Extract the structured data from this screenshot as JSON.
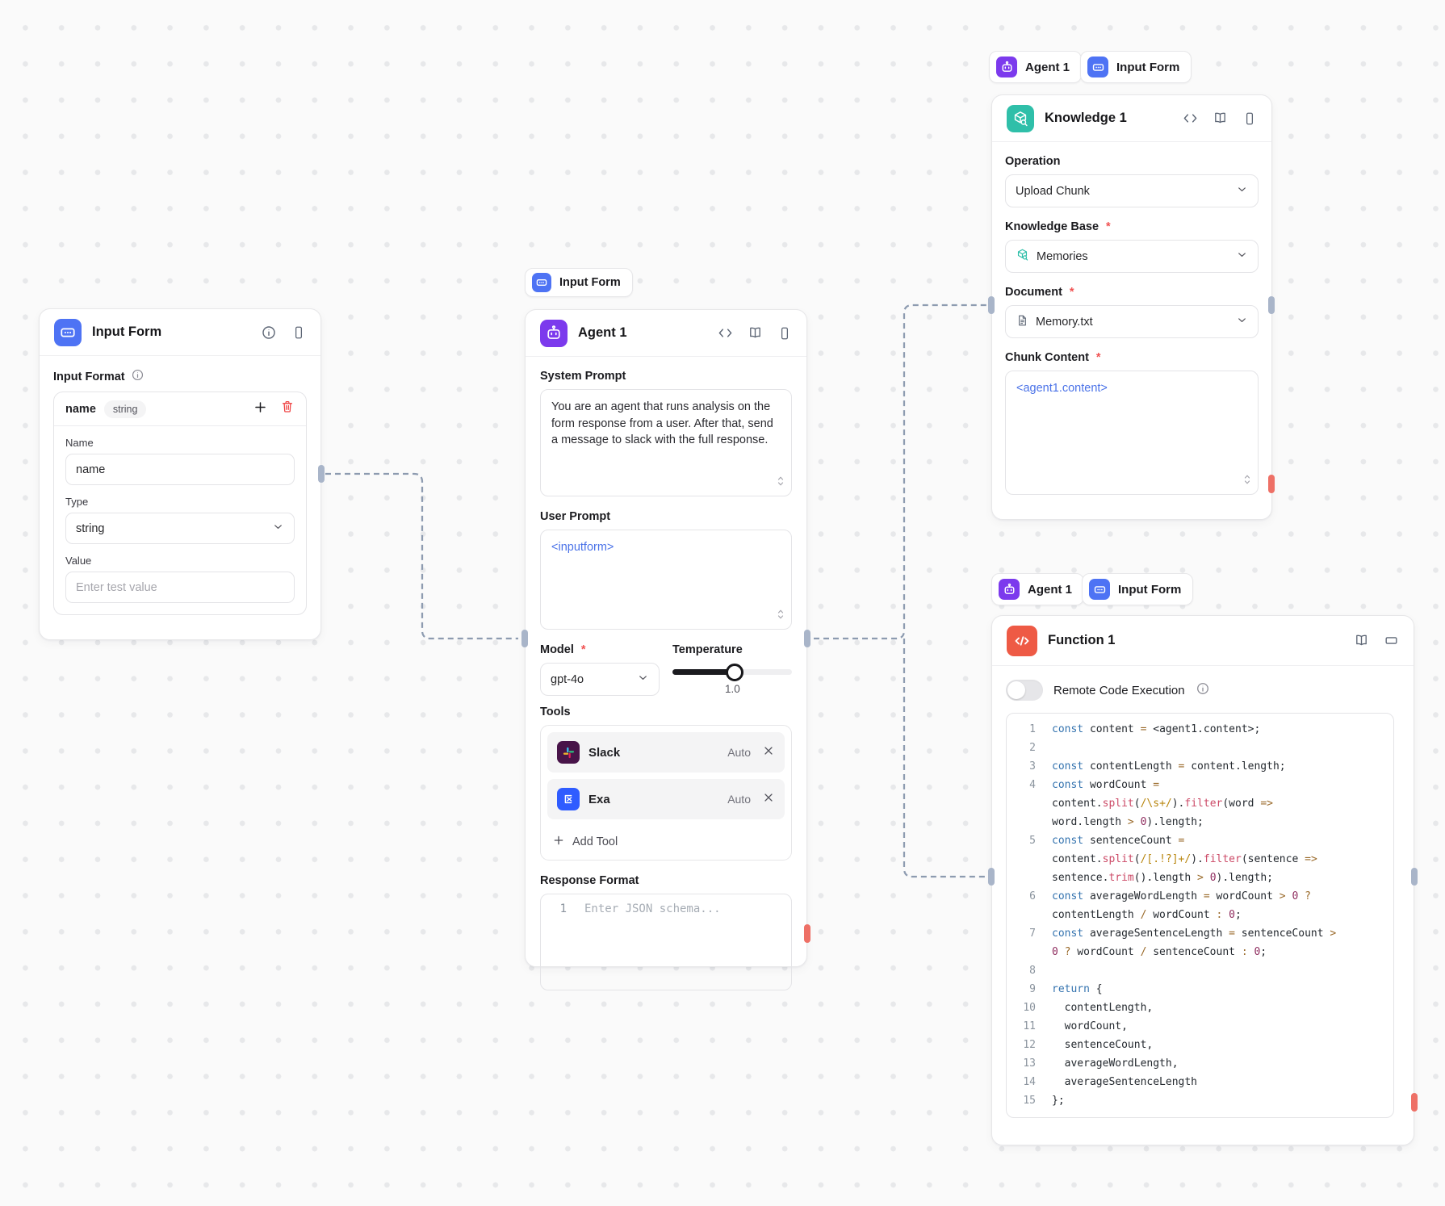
{
  "ui": {
    "req": "*"
  },
  "badges": {
    "agent_label": "Agent 1",
    "inputform_label": "Input Form"
  },
  "input_form": {
    "title": "Input Form",
    "format_label": "Input Format",
    "row_name": "name",
    "row_type_chip": "string",
    "name_label": "Name",
    "name_value": "name",
    "type_label": "Type",
    "type_value": "string",
    "value_label": "Value",
    "value_placeholder": "Enter test value"
  },
  "agent": {
    "title": "Agent 1",
    "system_prompt_label": "System Prompt",
    "system_prompt_value": "You are an agent that runs analysis on the form response from a user. After that, send a message to slack with the full response.",
    "user_prompt_label": "User Prompt",
    "user_prompt_value": "<inputform>",
    "model_label": "Model",
    "model_value": "gpt-4o",
    "temperature_label": "Temperature",
    "temperature_value": "1.0",
    "tools_label": "Tools",
    "tools": [
      {
        "name": "Slack",
        "mode": "Auto"
      },
      {
        "name": "Exa",
        "mode": "Auto"
      }
    ],
    "add_tool_label": "Add Tool",
    "response_format_label": "Response Format",
    "response_line": "1",
    "response_placeholder": "Enter JSON schema..."
  },
  "knowledge": {
    "title": "Knowledge 1",
    "operation_label": "Operation",
    "operation_value": "Upload Chunk",
    "kb_label": "Knowledge Base",
    "kb_value": "Memories",
    "document_label": "Document",
    "document_value": "Memory.txt",
    "chunk_label": "Chunk Content",
    "chunk_value": "<agent1.content>"
  },
  "function_node": {
    "title": "Function 1",
    "rce_label": "Remote Code Execution",
    "code_rows": [
      {
        "n": "1",
        "t": [
          {
            "c": "kw",
            "s": "const"
          },
          {
            "c": "id",
            "s": " content "
          },
          {
            "c": "op",
            "s": "="
          },
          {
            "c": "id",
            "s": " <agent1.content>;"
          }
        ]
      },
      {
        "n": "2",
        "t": []
      },
      {
        "n": "3",
        "t": [
          {
            "c": "kw",
            "s": "const"
          },
          {
            "c": "id",
            "s": " contentLength "
          },
          {
            "c": "op",
            "s": "="
          },
          {
            "c": "id",
            "s": " content.length;"
          }
        ]
      },
      {
        "n": "4",
        "t": [
          {
            "c": "kw",
            "s": "const"
          },
          {
            "c": "id",
            "s": " wordCount "
          },
          {
            "c": "op",
            "s": "="
          }
        ]
      },
      {
        "n": "",
        "t": [
          {
            "c": "id",
            "s": "content."
          },
          {
            "c": "fn",
            "s": "split"
          },
          {
            "c": "id",
            "s": "("
          },
          {
            "c": "re",
            "s": "/\\s+/"
          },
          {
            "c": "id",
            "s": ")."
          },
          {
            "c": "fn",
            "s": "filter"
          },
          {
            "c": "id",
            "s": "(word "
          },
          {
            "c": "op",
            "s": "=>"
          }
        ]
      },
      {
        "n": "",
        "t": [
          {
            "c": "id",
            "s": "word.length "
          },
          {
            "c": "op",
            "s": ">"
          },
          {
            "c": "id",
            "s": " "
          },
          {
            "c": "num",
            "s": "0"
          },
          {
            "c": "id",
            "s": ").length;"
          }
        ]
      },
      {
        "n": "5",
        "t": [
          {
            "c": "kw",
            "s": "const"
          },
          {
            "c": "id",
            "s": " sentenceCount "
          },
          {
            "c": "op",
            "s": "="
          }
        ]
      },
      {
        "n": "",
        "t": [
          {
            "c": "id",
            "s": "content."
          },
          {
            "c": "fn",
            "s": "split"
          },
          {
            "c": "id",
            "s": "("
          },
          {
            "c": "re",
            "s": "/[.!?]+/"
          },
          {
            "c": "id",
            "s": ")."
          },
          {
            "c": "fn",
            "s": "filter"
          },
          {
            "c": "id",
            "s": "(sentence "
          },
          {
            "c": "op",
            "s": "=>"
          }
        ]
      },
      {
        "n": "",
        "t": [
          {
            "c": "id",
            "s": "sentence."
          },
          {
            "c": "fn",
            "s": "trim"
          },
          {
            "c": "id",
            "s": "().length "
          },
          {
            "c": "op",
            "s": ">"
          },
          {
            "c": "id",
            "s": " "
          },
          {
            "c": "num",
            "s": "0"
          },
          {
            "c": "id",
            "s": ").length;"
          }
        ]
      },
      {
        "n": "6",
        "t": [
          {
            "c": "kw",
            "s": "const"
          },
          {
            "c": "id",
            "s": " averageWordLength "
          },
          {
            "c": "op",
            "s": "="
          },
          {
            "c": "id",
            "s": " wordCount "
          },
          {
            "c": "op",
            "s": ">"
          },
          {
            "c": "id",
            "s": " "
          },
          {
            "c": "num",
            "s": "0"
          },
          {
            "c": "id",
            "s": " "
          },
          {
            "c": "op",
            "s": "?"
          }
        ]
      },
      {
        "n": "",
        "t": [
          {
            "c": "id",
            "s": "contentLength "
          },
          {
            "c": "op",
            "s": "/"
          },
          {
            "c": "id",
            "s": " wordCount "
          },
          {
            "c": "op",
            "s": ":"
          },
          {
            "c": "id",
            "s": " "
          },
          {
            "c": "num",
            "s": "0"
          },
          {
            "c": "id",
            "s": ";"
          }
        ]
      },
      {
        "n": "7",
        "t": [
          {
            "c": "kw",
            "s": "const"
          },
          {
            "c": "id",
            "s": " averageSentenceLength "
          },
          {
            "c": "op",
            "s": "="
          },
          {
            "c": "id",
            "s": " sentenceCount "
          },
          {
            "c": "op",
            "s": ">"
          }
        ]
      },
      {
        "n": "",
        "t": [
          {
            "c": "num",
            "s": "0"
          },
          {
            "c": "id",
            "s": " "
          },
          {
            "c": "op",
            "s": "?"
          },
          {
            "c": "id",
            "s": " wordCount "
          },
          {
            "c": "op",
            "s": "/"
          },
          {
            "c": "id",
            "s": " sentenceCount "
          },
          {
            "c": "op",
            "s": ":"
          },
          {
            "c": "id",
            "s": " "
          },
          {
            "c": "num",
            "s": "0"
          },
          {
            "c": "id",
            "s": ";"
          }
        ]
      },
      {
        "n": "8",
        "t": []
      },
      {
        "n": "9",
        "t": [
          {
            "c": "kw",
            "s": "return"
          },
          {
            "c": "id",
            "s": " {"
          }
        ]
      },
      {
        "n": "10",
        "t": [
          {
            "c": "id",
            "s": "  contentLength,"
          }
        ]
      },
      {
        "n": "11",
        "t": [
          {
            "c": "id",
            "s": "  wordCount,"
          }
        ]
      },
      {
        "n": "12",
        "t": [
          {
            "c": "id",
            "s": "  sentenceCount,"
          }
        ]
      },
      {
        "n": "13",
        "t": [
          {
            "c": "id",
            "s": "  averageWordLength,"
          }
        ]
      },
      {
        "n": "14",
        "t": [
          {
            "c": "id",
            "s": "  averageSentenceLength"
          }
        ]
      },
      {
        "n": "15",
        "t": [
          {
            "c": "id",
            "s": "};"
          }
        ]
      }
    ]
  },
  "colors": {
    "inputform_blue": "#4e73f4",
    "agent_purple": "#7c3aed",
    "knowledge_teal": "#2fbfa9",
    "function_red": "#ee5a45",
    "port_gray": "#a9b5c9",
    "port_red": "#ee7066",
    "connector": "#8d9bb0",
    "template_text_blue": "#4a72e8"
  }
}
